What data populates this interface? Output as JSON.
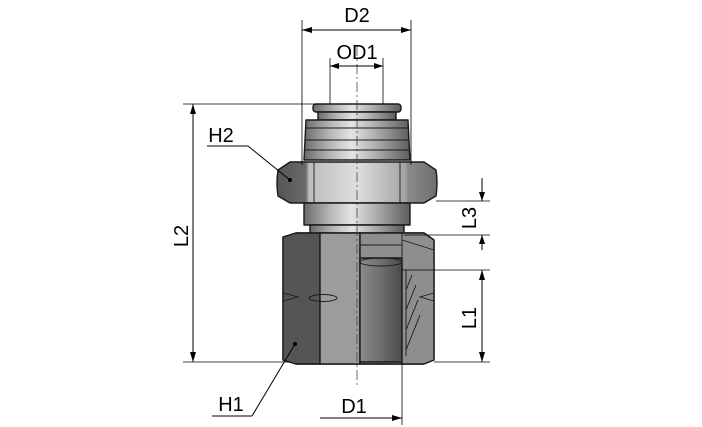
{
  "labels": {
    "d2": "D2",
    "od1": "OD1",
    "h2": "H2",
    "l2": "L2",
    "l3": "L3",
    "l1": "L1",
    "h1": "H1",
    "d1": "D1"
  },
  "colors": {
    "body_light": "#c9c9c9",
    "body_mid": "#9a9a9a",
    "body_dark": "#5a5a5a",
    "body_darker": "#3e3e3e",
    "highlight": "#e8e8e8",
    "line": "#000000"
  }
}
